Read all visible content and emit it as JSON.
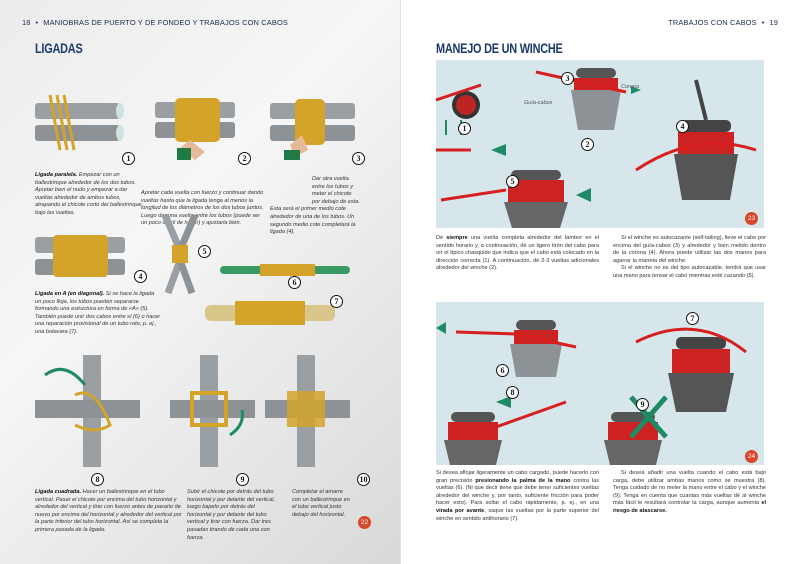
{
  "left_page": {
    "page_number": "18",
    "running_head": "MANIOBRAS DE PUERTO Y DE FONDEO Y TRABAJOS CON CABOS",
    "title": "LIGADAS",
    "p1_lead": "Ligada paralela.",
    "p1": " Empezar con un ballestrinque alrededor de los dos tubos. Apretar bien el nudo y empezar a dar vueltas alrededor de ambos tubos, atrapando el chicote corto del ballestrinque bajo las vueltas.",
    "p2": "Apretar cada vuelta con fuerzo y continuar dando vueltas hasta que la ligada tenga al menos la longitud de los diámetros de los dos tubos juntos. Luego dar una vuelta entre los tubos (puede ser un poco difícil de hacer) y ajustarla bien.",
    "p3a": "Dar otra vuelta entre los tubos y meter el chicote por debajo de esta.",
    "p3b": "Esta será el primer medio cote alrededor de una de los tubos. Un segundo medio cote completará la ligada (4).",
    "p4_lead": "Ligada en A (en diagonal).",
    "p4": " Si se hace la ligada un poco floja, los tubos pueden separarse formando una estructura en forma de «A» (5). También puede unir dos cabos entre sí (6) o hacer una reparación provisional de un tubo roto, p. ej., una botavara (7).",
    "p8_lead": "Ligada cuadrada.",
    "p8": " Hacer un ballestrinque en el tubo vertical. Pasar el chicote por encima del tubo horizontal y alrededor del vertical y tirar con fuerzo antes de pasarlo de nuevo por encima del horizontal y alrededor del vertical por la parte inferior del tubo horizontal. Así se completa la primera pasada de la ligada.",
    "p9": "Subir el chicote por detrás del tubo horizontal y por delante del vertical, luego bajarlo por detrás del horizontal y por delante del tubo vertical y tirar con fuerza. Dar tres pasadas tirando de cada una con fuerza.",
    "p10": "Completar el amarre con un ballestrinque en el tubo vertical justo debajo del horizontal.",
    "steps": [
      "1",
      "2",
      "3",
      "4",
      "5",
      "6",
      "7",
      "8",
      "9",
      "10"
    ],
    "badge": "22"
  },
  "right_page": {
    "page_number": "19",
    "running_head": "TRABAJOS CON CABOS",
    "title": "MANEJO DE UN WINCHE",
    "label_corona": "Corona",
    "label_guia": "Guía-cabos",
    "steps": [
      "1",
      "2",
      "3",
      "4",
      "5",
      "6",
      "7",
      "8",
      "9"
    ],
    "badge_top": "23",
    "badge_bottom": "24",
    "c1_a": "Dé ",
    "c1_b": "siempre",
    "c1_c": " una vuelta completa alrededor del tambor en el sentido horario y, a continuación, dé un ligero tirón del cabo para oír el típico chasquido que indica que el cabo está colocado en la dirección correcta (1). A continuación, dé 2-3 vueltas adicionales alrededor del winche (2).",
    "c2_a": "Si el winche es autocazante (self-tailing), lleve el cabo por encima del guía-cabos (3) y alrededor y bien metido dentro de la corona (4). Ahora puede utilizar las dos manos para agarrar la maneta del winche.",
    "c2_b": "Si el winche no es del tipo autocazable, tendrá que usar una mano para tensar el cabo mientras esté cazando (5).",
    "c3_a": "Si desea aflojar ligeramente un cabo cargado, puede hacerlo con gran precisión ",
    "c3_b": "presionando la palma de la mano",
    "c3_c": " contra las vueltas (6). (Ni que decir tiene que debe tener suficientes vueltas alrededor del winche y, por tanto, suficiente fricción para poder hacer esto). Para soltar el cabo rápidamente, p. ej., en una ",
    "c3_d": "virada por avante",
    "c3_e": ", saque las vueltas por la parte superior del winche en sentido antihorario (7).",
    "c4_a": "Si desea añadir una vuelta cuando el cabo está bajo carga, debe utilizar ambas manos como se muestra (8). Tenga cuidado de no meter la mano entre el cabo y el winche (9). Tenga en cuenta que cuantas más vueltas dé al winche más fácil le resultará controlar la carga, aunque aumenta ",
    "c4_b": "el riesgo de atascarse."
  },
  "colors": {
    "title": "#1b3a6b",
    "badge": "#d9472b",
    "rope": "#d4a32a",
    "line": "#d81e1e",
    "arrow": "#1f8a66",
    "panel": "#d6e6ea"
  }
}
